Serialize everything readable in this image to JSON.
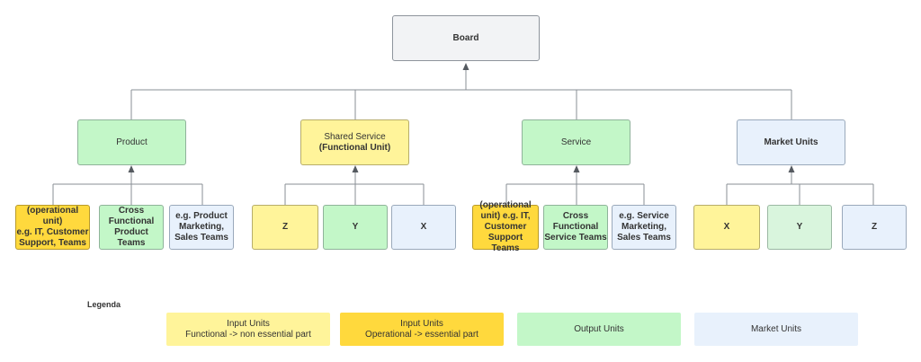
{
  "board": {
    "label": "Board"
  },
  "level1": [
    {
      "label": "Product"
    },
    {
      "label_line1": "Shared Service",
      "label_line2": "(Functional Unit)"
    },
    {
      "label": "Service"
    },
    {
      "label": "Market Units"
    }
  ],
  "product_children": [
    {
      "lines": [
        "(operational unit)",
        "e.g. IT, Customer",
        "Support, Teams"
      ]
    },
    {
      "lines": [
        "Cross",
        "Functional",
        "Product",
        "Teams"
      ]
    },
    {
      "lines": [
        "e.g. Product",
        "Marketing,",
        "Sales Teams"
      ]
    }
  ],
  "shared_children": [
    {
      "label": "Z"
    },
    {
      "label": "Y"
    },
    {
      "label": "X"
    }
  ],
  "service_children": [
    {
      "lines": [
        "(operational",
        "unit) e.g. IT,",
        "Customer",
        "Support Teams"
      ]
    },
    {
      "lines": [
        "Cross",
        "Functional",
        "Service Teams"
      ]
    },
    {
      "lines": [
        "e.g. Service",
        "Marketing,",
        "Sales Teams"
      ]
    }
  ],
  "market_children": [
    {
      "label": "X"
    },
    {
      "label": "Y"
    },
    {
      "label": "Z"
    }
  ],
  "legend": {
    "title": "Legenda",
    "items": [
      {
        "line1": "Input Units",
        "line2": "Functional -> non essential part",
        "color": "#fff49a"
      },
      {
        "line1": "Input Units",
        "line2": "Operational ->  essential part",
        "color": "#ffd93d"
      },
      {
        "line1": "Output Units",
        "color": "#c3f7c8"
      },
      {
        "line1": "Market Units",
        "color": "#e8f1fc"
      }
    ]
  },
  "colors": {
    "connector": "#8a8f96",
    "grey": "#f2f3f5",
    "green": "#c3f7c8",
    "lightgreen": "#d9f5dd",
    "yellow": "#fff49a",
    "gold": "#ffd93d",
    "blue": "#e8f1fc"
  }
}
